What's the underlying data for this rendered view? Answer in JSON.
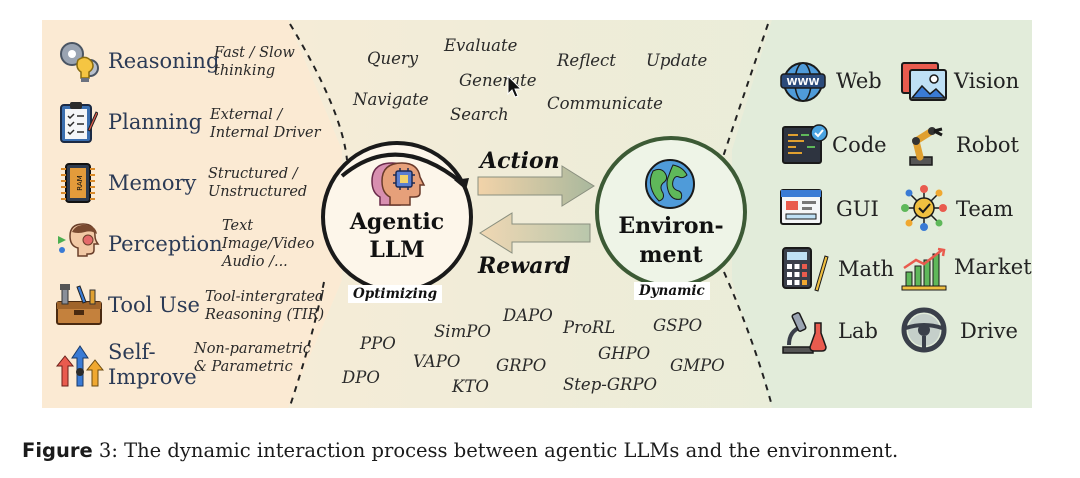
{
  "capabilities": [
    {
      "name": "Reasoning",
      "detail": [
        "Fast / Slow",
        "thinking"
      ],
      "icon": "gear-bulb-icon"
    },
    {
      "name": "Planning",
      "detail": [
        "External /",
        "Internal Driver"
      ],
      "icon": "clipboard-icon"
    },
    {
      "name": "Memory",
      "detail": [
        "Structured /",
        "Unstructured"
      ],
      "icon": "ram-chip-icon"
    },
    {
      "name": "Perception",
      "detail": [
        "Text",
        "Image/Video",
        "Audio /..."
      ],
      "icon": "head-senses-icon"
    },
    {
      "name": "Tool Use",
      "detail": [
        "Tool-intergrated",
        "Reasoning (TIR)"
      ],
      "icon": "toolbox-icon"
    },
    {
      "name": [
        "Self-",
        "Improve"
      ],
      "detail": [
        "Non-parametric",
        "& Parametric"
      ],
      "icon": "growth-arrows-icon"
    }
  ],
  "actions": [
    "Query",
    "Evaluate",
    "Reflect",
    "Update",
    "Generate",
    "Navigate",
    "Search",
    "Communicate"
  ],
  "algorithms": [
    "DAPO",
    "SimPO",
    "ProRL",
    "GSPO",
    "PPO",
    "GHPO",
    "VAPO",
    "GRPO",
    "GMPO",
    "DPO",
    "KTO",
    "Step-GRPO"
  ],
  "agent": {
    "title": [
      "Agentic",
      "LLM"
    ],
    "tag": "Optimizing",
    "icon": "ai-brain-head-icon"
  },
  "environment": {
    "title": [
      "Environ-",
      "ment"
    ],
    "tag": "Dynamic",
    "icon": "globe-icon"
  },
  "arrows": {
    "action": "Action",
    "reward": "Reward"
  },
  "environments": [
    {
      "name": "Web",
      "icon": "www-globe-icon"
    },
    {
      "name": "Vision",
      "icon": "image-icon"
    },
    {
      "name": "Code",
      "icon": "code-editor-icon"
    },
    {
      "name": "Robot",
      "icon": "robot-arm-icon"
    },
    {
      "name": "GUI",
      "icon": "window-gui-icon"
    },
    {
      "name": "Team",
      "icon": "team-network-icon"
    },
    {
      "name": "Math",
      "icon": "calculator-icon"
    },
    {
      "name": "Market",
      "icon": "market-chart-icon"
    },
    {
      "name": "Lab",
      "icon": "microscope-icon"
    },
    {
      "name": "Drive",
      "icon": "steering-wheel-icon"
    }
  ],
  "caption": {
    "label": "Figure",
    "number": "3",
    "text": ": The dynamic interaction process between agentic LLMs and the environment."
  },
  "colors": {
    "left_panel": "#fbecd6",
    "right_panel": "#e2ecda",
    "agent_ring": "#1a1a1a",
    "env_ring": "#3c5a35",
    "arrow_fill": "#c9c9b9"
  }
}
